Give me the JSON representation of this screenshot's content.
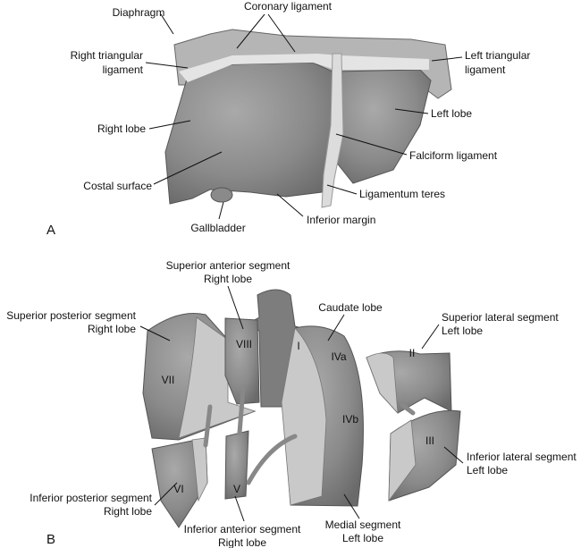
{
  "panel_a": {
    "letter": "A",
    "labels": {
      "diaphragm": "Diaphragm",
      "coronary_ligament": "Coronary ligament",
      "right_triangular_1": "Right triangular",
      "right_triangular_2": "ligament",
      "left_triangular_1": "Left triangular",
      "left_triangular_2": "ligament",
      "right_lobe": "Right lobe",
      "left_lobe": "Left lobe",
      "falciform_ligament": "Falciform ligament",
      "costal_surface": "Costal surface",
      "ligamentum_teres": "Ligamentum teres",
      "inferior_margin": "Inferior margin",
      "gallbladder": "Gallbladder"
    }
  },
  "panel_b": {
    "letter": "B",
    "labels": {
      "sup_ant_1": "Superior anterior segment",
      "sup_ant_2": "Right lobe",
      "sup_post_1": "Superior posterior segment",
      "sup_post_2": "Right lobe",
      "caudate": "Caudate lobe",
      "sup_lat_1": "Superior lateral segment",
      "sup_lat_2": "Left lobe",
      "inf_lat_1": "Inferior lateral segment",
      "inf_lat_2": "Left lobe",
      "inf_post_1": "Inferior posterior segment",
      "inf_post_2": "Right lobe",
      "inf_ant_1": "Inferior anterior segment",
      "inf_ant_2": "Right lobe",
      "medial_1": "Medial segment",
      "medial_2": "Left lobe"
    },
    "segments": {
      "s1": "I",
      "s2": "II",
      "s3": "III",
      "s4a": "IVa",
      "s4b": "IVb",
      "s5": "V",
      "s6": "VI",
      "s7": "VII",
      "s8": "VIII"
    }
  }
}
